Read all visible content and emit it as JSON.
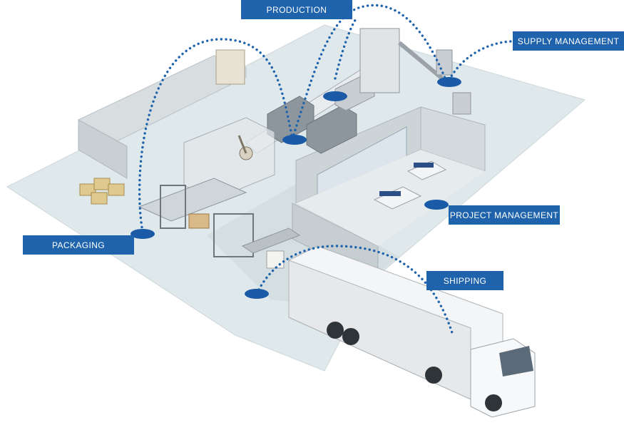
{
  "labels": {
    "production": "PRODUCTION",
    "supply_management": "SUPPLY MANAGEMENT",
    "packaging": "PACKAGING",
    "project_management": "PROJECT MANAGEMENT",
    "shipping": "SHIPPING"
  },
  "colors": {
    "label_bg": "#1f63ad",
    "label_text": "#ffffff",
    "dotted_path": "#1f63ad",
    "hotspot": "#1a5aa6",
    "floor": "#dfe8ea",
    "wall": "#d6dcdf",
    "machine": "#9aa1a8"
  }
}
